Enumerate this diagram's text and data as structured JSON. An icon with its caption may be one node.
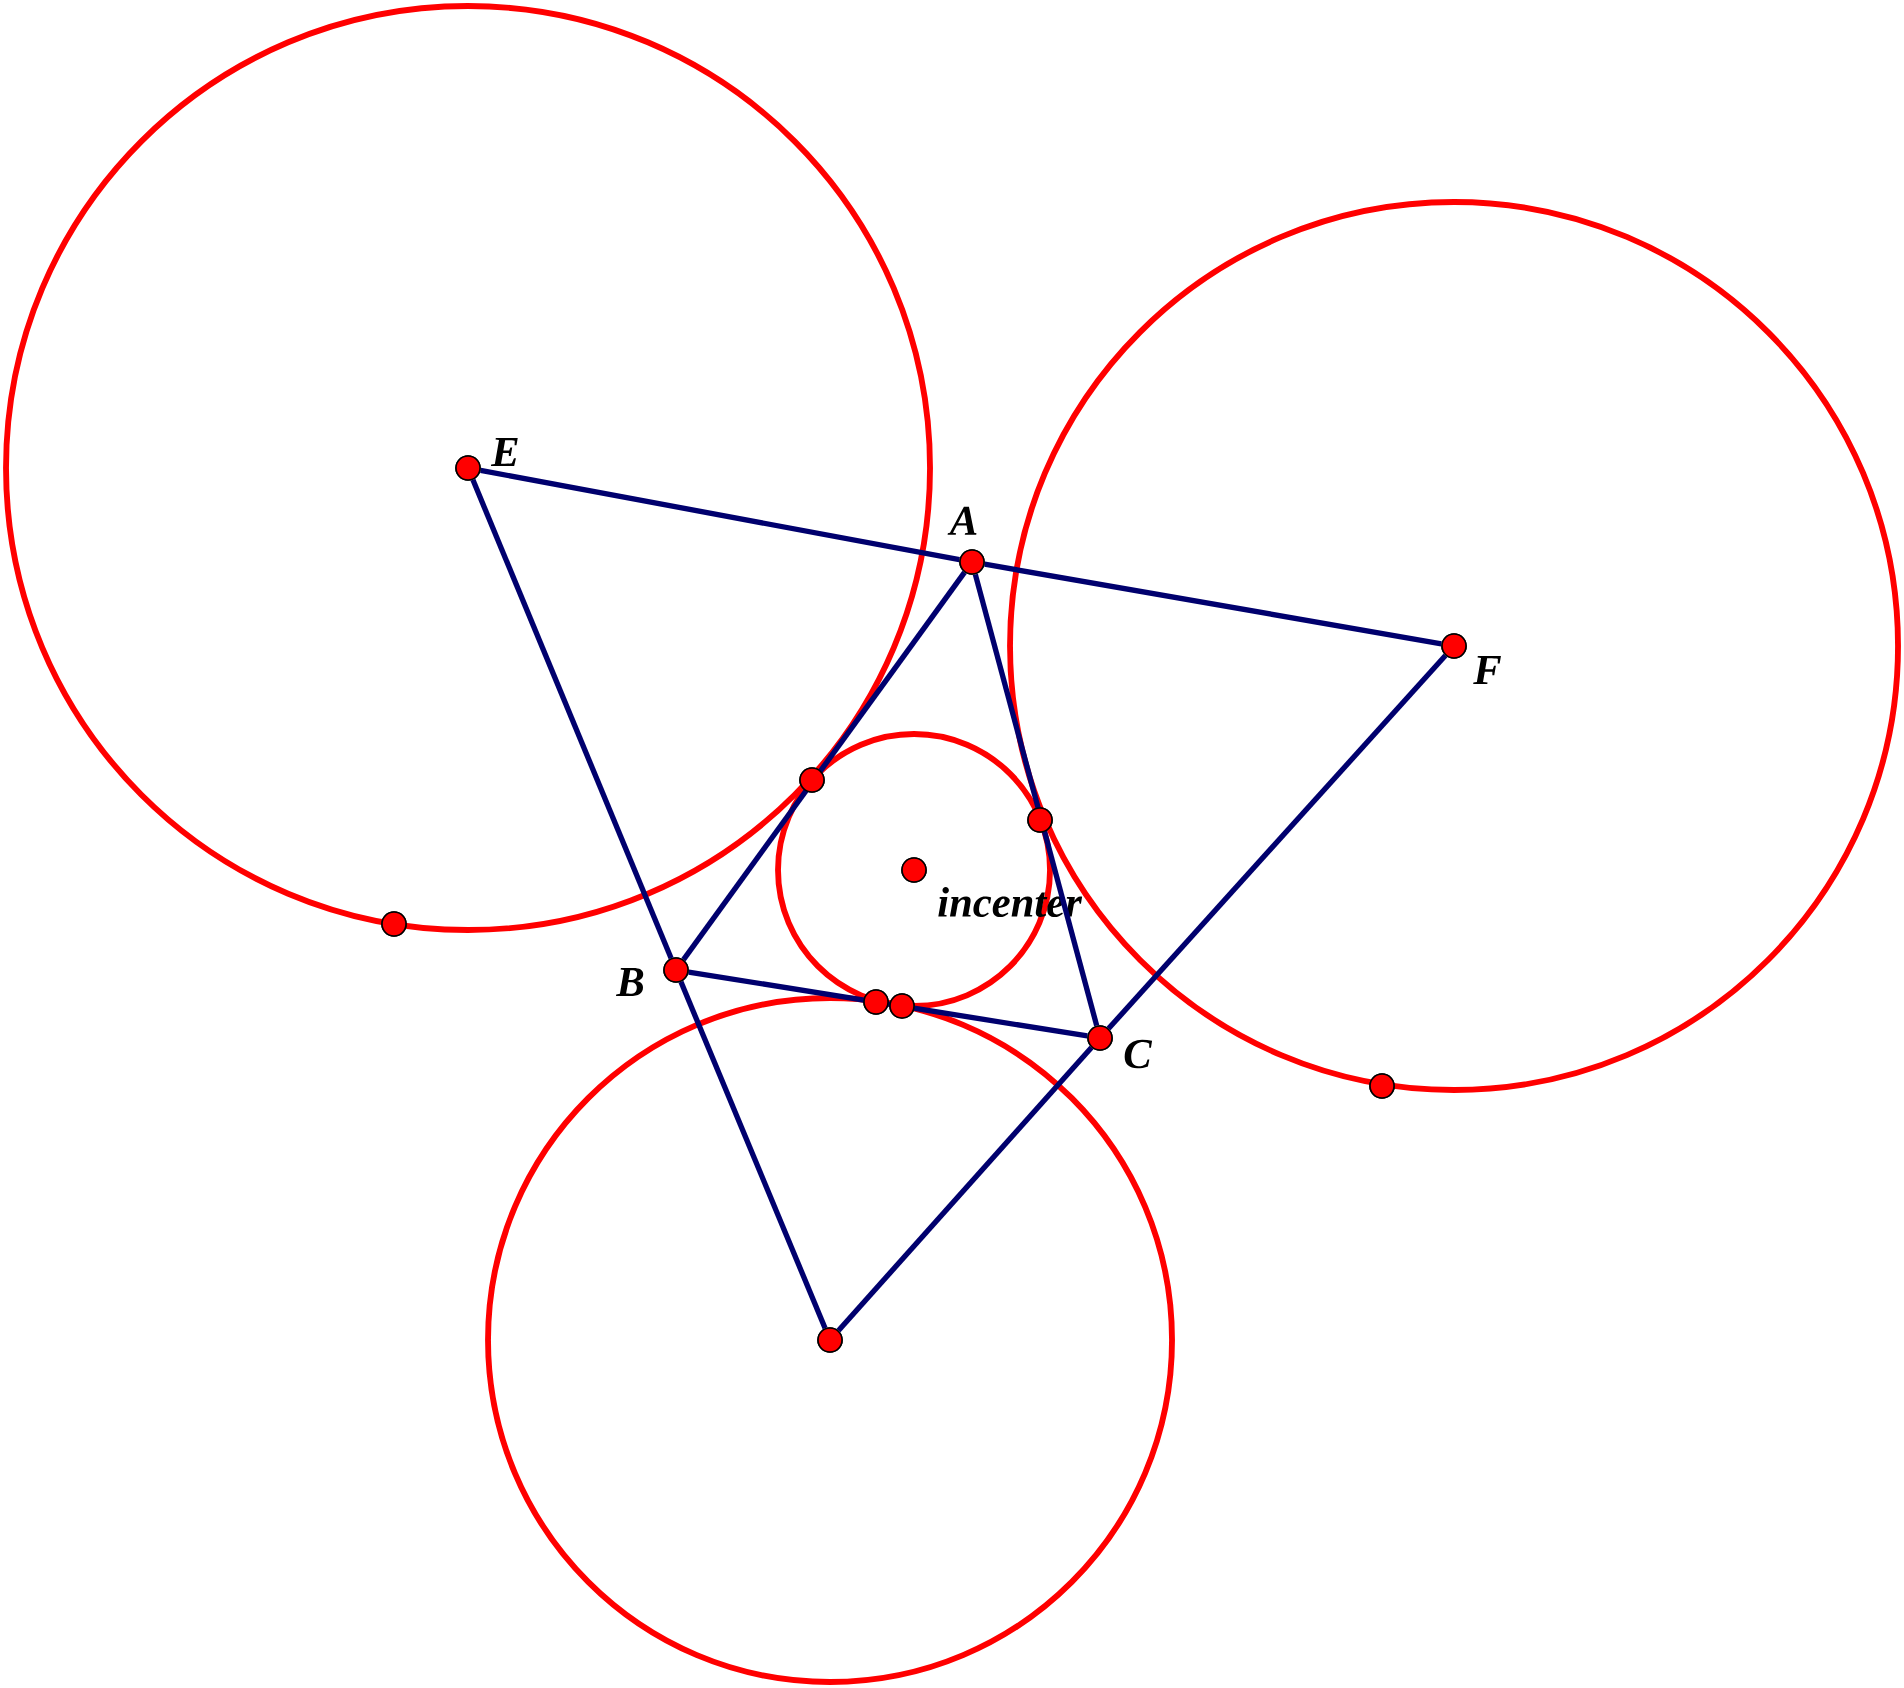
{
  "diagram": {
    "nodes": [
      {
        "text": [
          "E"
        ]
      },
      {
        "text": [
          "A"
        ]
      },
      {
        "text": [
          "F"
        ]
      },
      {
        "text": [
          "incenter"
        ]
      },
      {
        "text": [
          "B"
        ]
      },
      {
        "text": [
          "C"
        ]
      },
      {
        "text": [],
        "shape": "circle"
      },
      {
        "text": [],
        "shape": "circle"
      },
      {
        "text": [],
        "shape": "circle"
      },
      {
        "text": [],
        "shape": "circle"
      },
      {
        "text": [],
        "shape": "circle"
      },
      {
        "text": [],
        "shape": "circle"
      },
      {
        "text": [],
        "shape": "circle"
      }
    ],
    "edges": [
      {
        "from": 0,
        "to": 1,
        "arrow": "none"
      },
      {
        "from": 1,
        "to": 2,
        "arrow": "none"
      },
      {
        "from": 0,
        "to": 4,
        "arrow": "none"
      },
      {
        "from": 4,
        "to": 6,
        "arrow": "none"
      },
      {
        "from": 6,
        "to": 5,
        "arrow": "none"
      },
      {
        "from": 5,
        "to": 2,
        "arrow": "none"
      },
      {
        "from": 1,
        "to": 4,
        "arrow": "none"
      },
      {
        "from": 4,
        "to": 5,
        "arrow": "none"
      },
      {
        "from": 5,
        "to": 1,
        "arrow": "none"
      }
    ]
  }
}
